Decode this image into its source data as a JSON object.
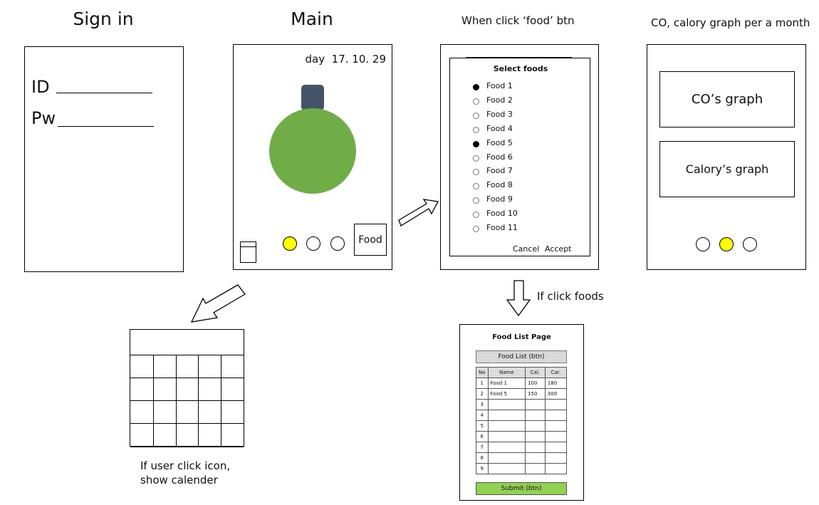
{
  "signin": {
    "title": "Sign in",
    "id_label": "ID",
    "pw_label": "Pw"
  },
  "main": {
    "title": "Main",
    "date": "day  17. 10. 29",
    "food_button": "Food",
    "page_dots": [
      "active",
      "inactive",
      "inactive"
    ]
  },
  "select_foods": {
    "heading": "When click ‘food’ btn",
    "title": "Select foods",
    "items": [
      {
        "label": "Food 1",
        "selected": true
      },
      {
        "label": "Food 2",
        "selected": false
      },
      {
        "label": "Food 3",
        "selected": false
      },
      {
        "label": "Food 4",
        "selected": false
      },
      {
        "label": "Food 5",
        "selected": true
      },
      {
        "label": "Food 6",
        "selected": false
      },
      {
        "label": "Food 7",
        "selected": false
      },
      {
        "label": "Food 8",
        "selected": false
      },
      {
        "label": "Food 9",
        "selected": false
      },
      {
        "label": "Food 10",
        "selected": false
      },
      {
        "label": "Food 11",
        "selected": false
      }
    ],
    "cancel": "Cancel",
    "accept": "Accept"
  },
  "graphs": {
    "heading": "CO, calory graph per a month",
    "co_graph": "CO’s graph",
    "calory_graph": "Calory’s graph",
    "page_dots": [
      "inactive",
      "active",
      "inactive"
    ]
  },
  "calendar": {
    "caption_line1": "If user click icon,",
    "caption_line2": "show calender"
  },
  "food_list": {
    "caption": "If click foods",
    "title": "Food List Page",
    "list_button": "Food List (btn)",
    "columns": [
      "No",
      "Name",
      "Cal.",
      "Car."
    ],
    "rows": [
      [
        "1",
        "Food 1",
        "100",
        "180"
      ],
      [
        "2",
        "Food 5",
        "150",
        "300"
      ],
      [
        "3",
        "",
        "",
        ""
      ],
      [
        "4",
        "",
        "",
        ""
      ],
      [
        "5",
        "",
        "",
        ""
      ],
      [
        "6",
        "",
        "",
        ""
      ],
      [
        "7",
        "",
        "",
        ""
      ],
      [
        "8",
        "",
        "",
        ""
      ],
      [
        "9",
        "",
        "",
        ""
      ]
    ],
    "submit_button": "Submit (btn)"
  },
  "colors": {
    "bulb_green": "#70ad47",
    "cap_slate": "#44546a",
    "active_dot": "#ffff00",
    "submit_green": "#92d050",
    "button_gray": "#d9d9d9"
  }
}
